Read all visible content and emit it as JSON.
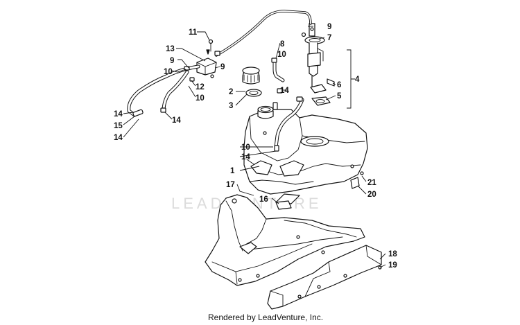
{
  "watermark": "LEADVENTURE",
  "footer": "Rendered by LeadVenture, Inc.",
  "callouts": {
    "c1": "1",
    "c2": "2",
    "c3": "3",
    "c4": "4",
    "c5": "5",
    "c6": "6",
    "c7": "7",
    "c8": "8",
    "c9_top": "9",
    "c9_left": "9",
    "c9_mid": "9",
    "c10_upper": "10",
    "c10_left": "10",
    "c10_mid": "10",
    "c10_tank": "10",
    "c11": "11",
    "c12": "12",
    "c13": "13",
    "c14_left_a": "14",
    "c14_left_b": "14",
    "c14_mid": "14",
    "c14_hose": "14",
    "c14_tank": "14",
    "c15": "15",
    "c16": "16",
    "c17": "17",
    "c18": "18",
    "c19": "19",
    "c20": "20",
    "c21": "21"
  }
}
